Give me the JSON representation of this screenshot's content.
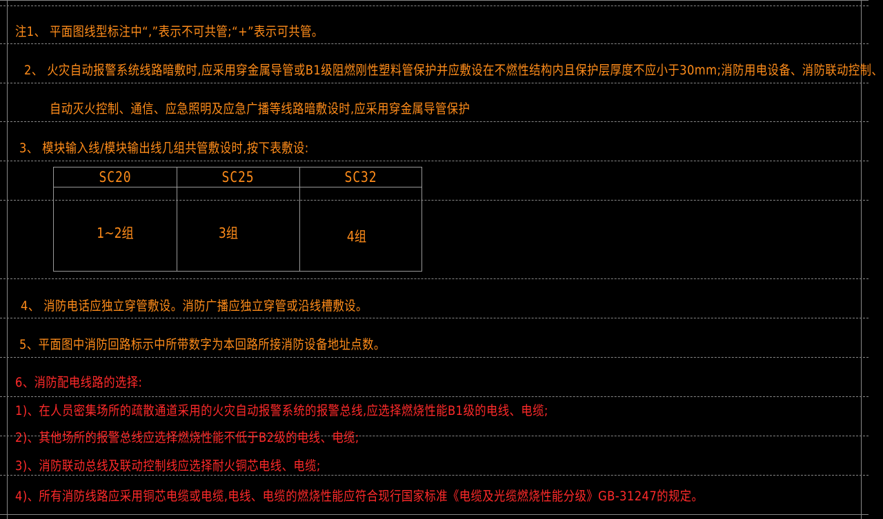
{
  "notes": {
    "n1": "注1、     平面图线型标注中“,”表示不可共管;“+”表示可共管。",
    "n2a": "2、 火灾自动报警系统线路暗敷时,应采用穿金属导管或B1级阻燃刚性塑料管保护并应敷设在不燃性结构内且保护层厚度不应小于30mm;消防用电设备、消防联动控制、",
    "n2b": "自动灭火控制、通信、应急照明及应急广播等线路暗敷设时,应采用穿金属导管保护",
    "n3": "3、 模块输入线/模块输出线几组共管敷设时,按下表敷设:",
    "n4": "4、 消防电话应独立穿管敷设。消防广播应独立穿管或沿线槽敷设。",
    "n5": "5、平面图中消防回路标示中所带数字为本回路所接消防设备地址点数。",
    "n6": "6、消防配电线路的选择:",
    "n6_1": "1)、在人员密集场所的疏散通道采用的火灾自动报警系统的报警总线,应选择燃烧性能B1级的电线、电缆;",
    "n6_2": "2)、其他场所的报警总线应选择燃烧性能不低于B2级的电线、电缆;",
    "n6_3": "3)、消防联动总线及联动控制线应选择耐火铜芯电线、电缆;",
    "n6_4": "4)、所有消防线路应采用铜芯电缆或电缆,电线、电缆的燃烧性能应符合现行国家标准《电缆及光缆燃烧性能分级》GB-31247的规定。"
  },
  "table": {
    "headers": [
      "SC20",
      "SC25",
      "SC32"
    ],
    "values": [
      "1~2组",
      "3组",
      "4组"
    ]
  },
  "colors": {
    "orange_text": "#ff8c1a",
    "red_text": "#ff2a2a",
    "lines": "#8a8a8a",
    "background": "#000000"
  }
}
